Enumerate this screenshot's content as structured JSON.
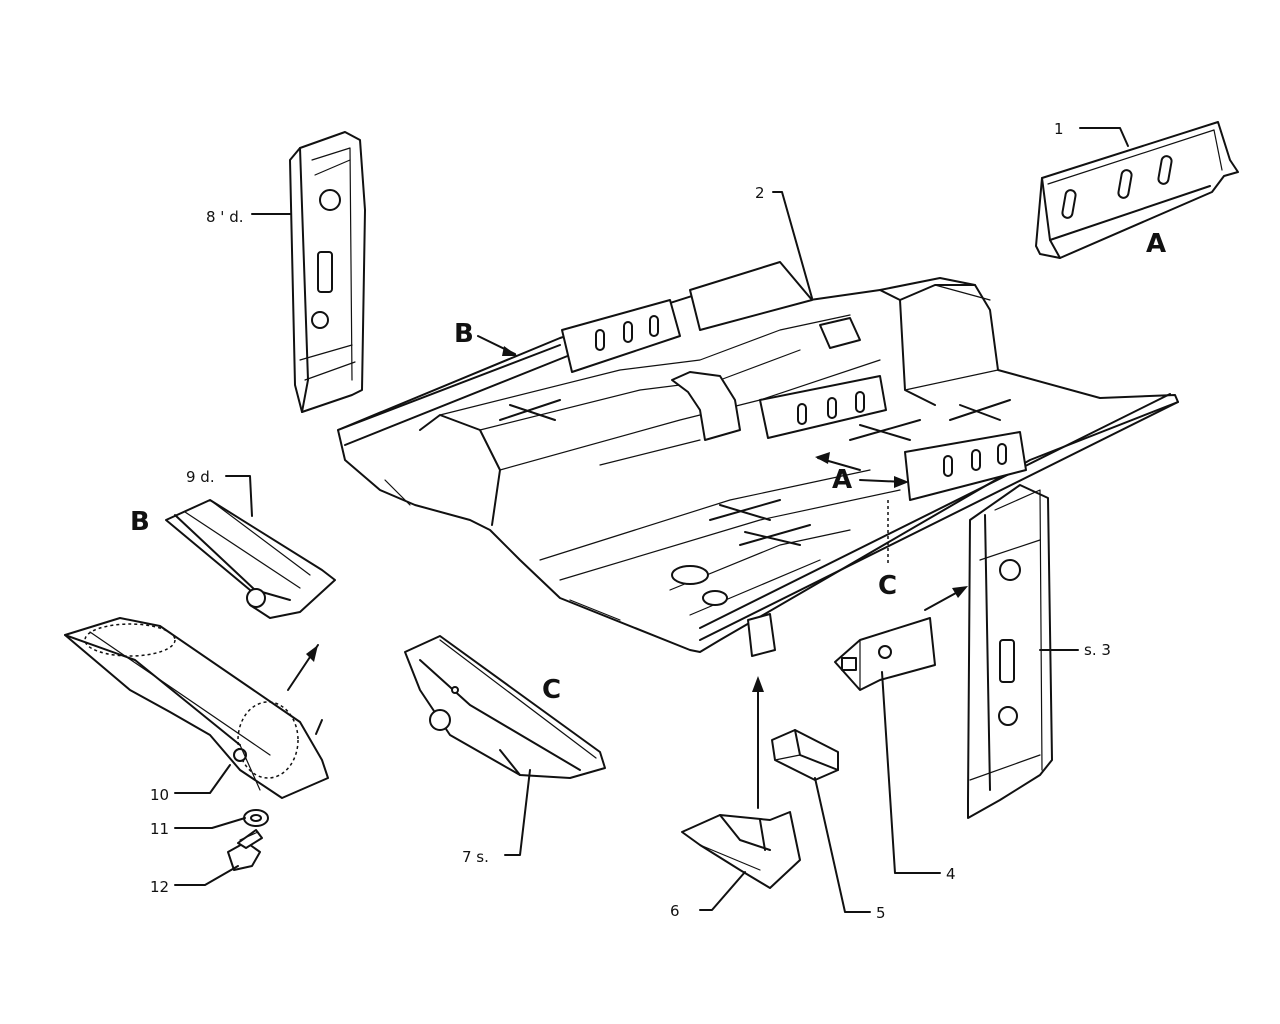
{
  "callouts": {
    "c1": "1",
    "c2": "2",
    "c3": "s.  3",
    "c4": "4",
    "c5": "5",
    "c6": "6",
    "c7": "7   s.",
    "c8": "8 ' d.",
    "c9": "9  d.",
    "c10": "10",
    "c11": "11",
    "c12": "12"
  },
  "section_letters": {
    "a_part": "A",
    "a_floor": "A",
    "b_floor": "B",
    "b_part": "B",
    "c_floor": "C",
    "c_part": "C"
  }
}
